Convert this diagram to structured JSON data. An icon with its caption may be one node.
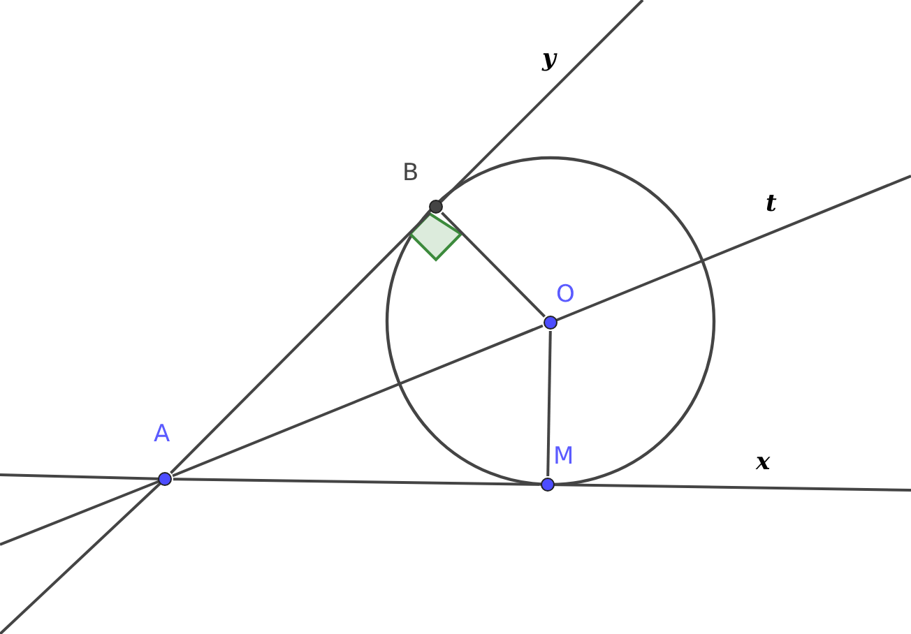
{
  "diagram": {
    "nodes": [
      {
        "text": [
          "A"
        ]
      },
      {
        "text": [
          "B"
        ]
      },
      {
        "text": [
          "O"
        ]
      },
      {
        "text": [
          "M"
        ]
      }
    ],
    "edges": [
      {
        "from": 0,
        "to": 1,
        "arrow": "none"
      },
      {
        "from": 0,
        "to": 2,
        "arrow": "none"
      },
      {
        "from": 0,
        "to": 3,
        "arrow": "none"
      },
      {
        "from": 1,
        "to": 2,
        "arrow": "none"
      },
      {
        "from": 2,
        "to": 3,
        "arrow": "none"
      }
    ],
    "labels": [
      "y",
      "t",
      "x"
    ]
  }
}
